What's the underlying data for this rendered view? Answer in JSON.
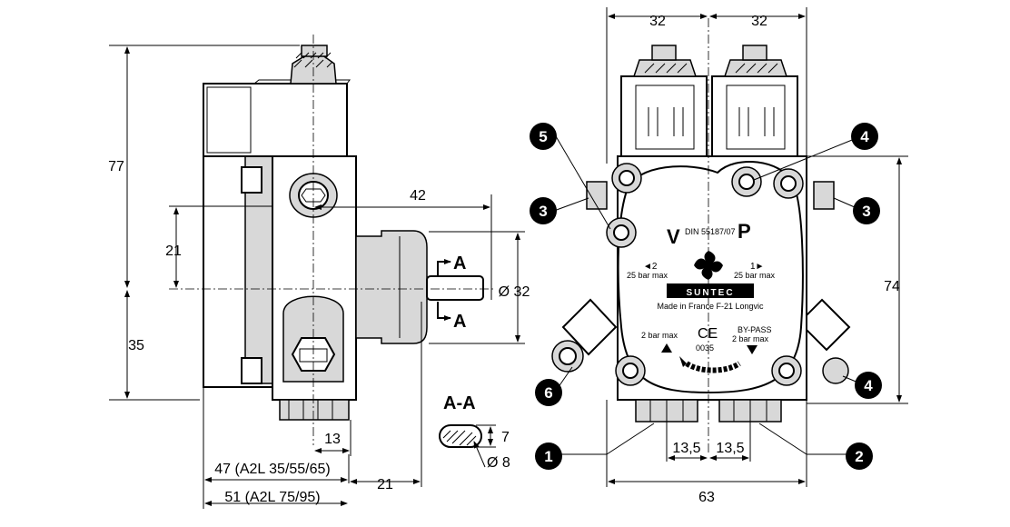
{
  "dimensions": {
    "height_total": "77",
    "height_21": "21",
    "height_35": "35",
    "shaft_length": "42",
    "shaft_dia": "Ø 32",
    "dim_13": "13",
    "depth_a": "47 (A2L 35/55/65)",
    "depth_b": "51 (A2L 75/95)",
    "dim_21_bottom": "21",
    "coil_left": "32",
    "coil_right": "32",
    "height_74": "74",
    "port_left": "13,5",
    "port_right": "13,5",
    "width_63": "63",
    "aa_7": "7",
    "aa_8": "Ø 8"
  },
  "section": {
    "marker": "A",
    "title": "A-A"
  },
  "nameplate": {
    "v": "V",
    "p": "P",
    "din": "DIN 55187/07",
    "port2": "◄2",
    "port2_pressure": "25 bar max",
    "port1": "1►",
    "port1_pressure": "25 bar max",
    "brand": "SUNTEC",
    "made_in": "Made in France  F-21 Longvic",
    "bypass": "BY-PASS",
    "bypass_pressure": "2 bar max",
    "left_pressure": "2 bar max",
    "ce": "CE",
    "ce_number": "0035"
  },
  "markers": [
    "1",
    "2",
    "3",
    "3",
    "4",
    "4",
    "5",
    "6"
  ]
}
